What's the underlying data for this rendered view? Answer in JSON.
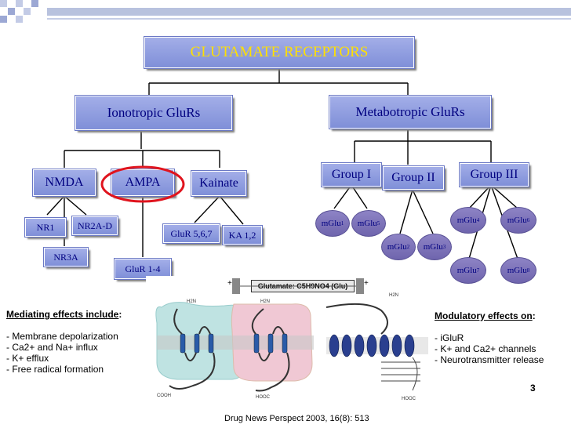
{
  "title": "GLUTAMATE RECEPTORS",
  "ionotropic": {
    "label": "Ionotropic GluRs",
    "nmda": {
      "label": "NMDA",
      "subunits": [
        "NR1",
        "NR2A-D",
        "NR3A"
      ]
    },
    "ampa": {
      "label": "AMPA",
      "subunits": [
        "GluR 1-4"
      ]
    },
    "kainate": {
      "label": "Kainate",
      "subunits": [
        "GluR 5,6,7",
        "KA 1,2"
      ]
    }
  },
  "metabotropic": {
    "label": "Metabotropic GluRs",
    "group1": {
      "label": "Group I",
      "members": [
        [
          "mGlu",
          "1"
        ],
        [
          "mGlu",
          "5"
        ]
      ]
    },
    "group2": {
      "label": "Group II",
      "members": [
        [
          "mGlu",
          "2"
        ],
        [
          "mGlu",
          "3"
        ]
      ]
    },
    "group3": {
      "label": "Group III",
      "members": [
        [
          "mGlu",
          "4"
        ],
        [
          "mGlu",
          "6"
        ],
        [
          "mGlu",
          "7"
        ],
        [
          "mGlu",
          "8"
        ]
      ]
    }
  },
  "mediating": {
    "heading": "Mediating effects include",
    "heading_suffix": ":",
    "items": [
      "- Membrane depolarization",
      "- Ca2+ and Na+ influx",
      "- K+ efflux",
      "- Free radical formation"
    ]
  },
  "modulatory": {
    "heading": "Modulatory effects on",
    "heading_suffix": ":",
    "items": [
      "- iGluR",
      "- K+ and Ca2+ channels",
      "- Neurotransmitter release"
    ]
  },
  "figure": {
    "title": "Glutamate: C5H9NO4 (Glu)",
    "labels": {
      "plus_left": "+",
      "plus_right": "+",
      "h2n_1": "H2N",
      "h2n_2": "H2N",
      "h2n_3": "H2N",
      "cooh_1": "COOH",
      "hooc_1": "HOOC",
      "hooc_2": "HOOC"
    }
  },
  "citation": "Drug News Perspect 2003, 16(8): 513",
  "page_number": "3",
  "colors": {
    "box_fill": "#8f9be0",
    "box_text": "#000080",
    "title_text": "#ffe000",
    "highlight_circle": "#e0141e",
    "oval_fill": "#7a71b6"
  }
}
